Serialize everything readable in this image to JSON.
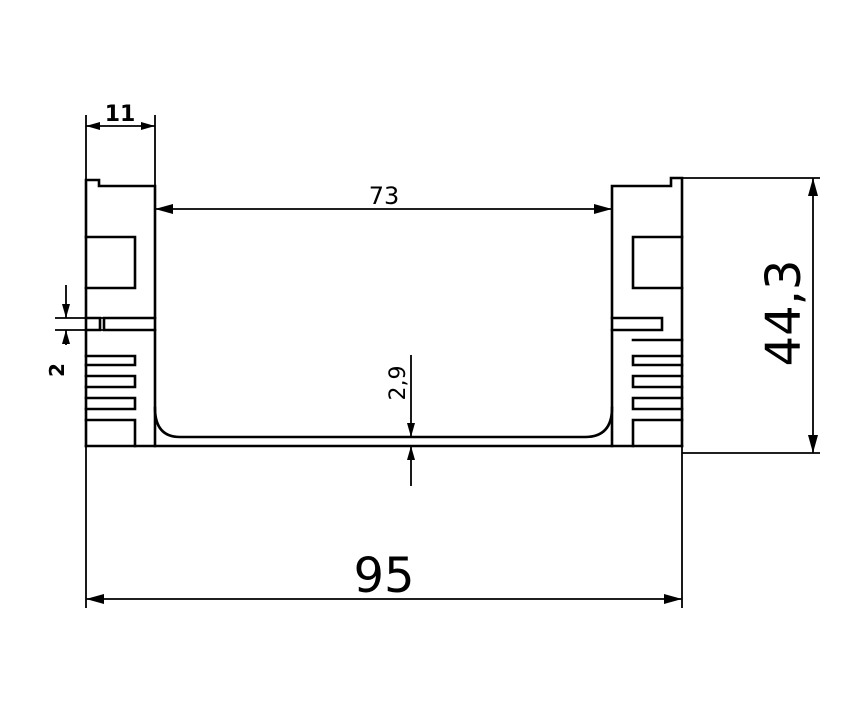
{
  "dimensions": {
    "fin_width": "11",
    "inner_width": "73",
    "slot_gap": "2",
    "base_thickness": "2,9",
    "overall_width": "95",
    "overall_height": "44,3"
  },
  "colors": {
    "line": "#000000",
    "background": "#ffffff"
  }
}
